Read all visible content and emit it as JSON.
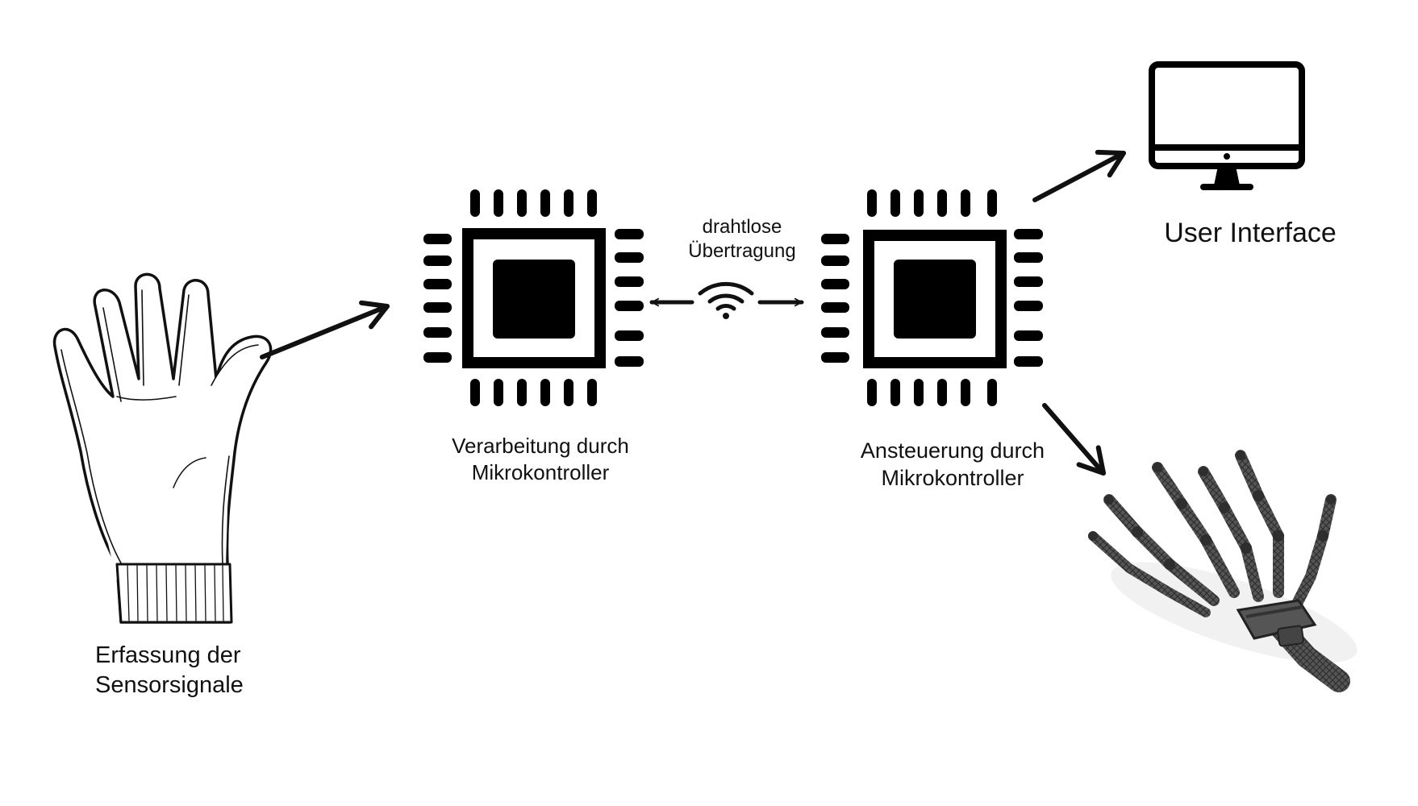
{
  "nodes": {
    "glove": {
      "line1": "Erfassung der",
      "line2": "Sensorsignale"
    },
    "mcu_processing": {
      "line1": "Verarbeitung durch",
      "line2": "Mikrokontroller"
    },
    "wireless": {
      "line1": "drahtlose",
      "line2": "Übertragung"
    },
    "mcu_control": {
      "line1": "Ansteuerung durch",
      "line2": "Mikrokontroller"
    },
    "user_interface": {
      "label": "User Interface"
    }
  },
  "icons": [
    "glove-icon",
    "microcontroller-chip-icon",
    "wifi-icon",
    "monitor-icon",
    "robotic-hand-icon"
  ],
  "colors": {
    "ink": "#111111",
    "background": "#ffffff",
    "exo_hand": "#4a4a4a"
  }
}
